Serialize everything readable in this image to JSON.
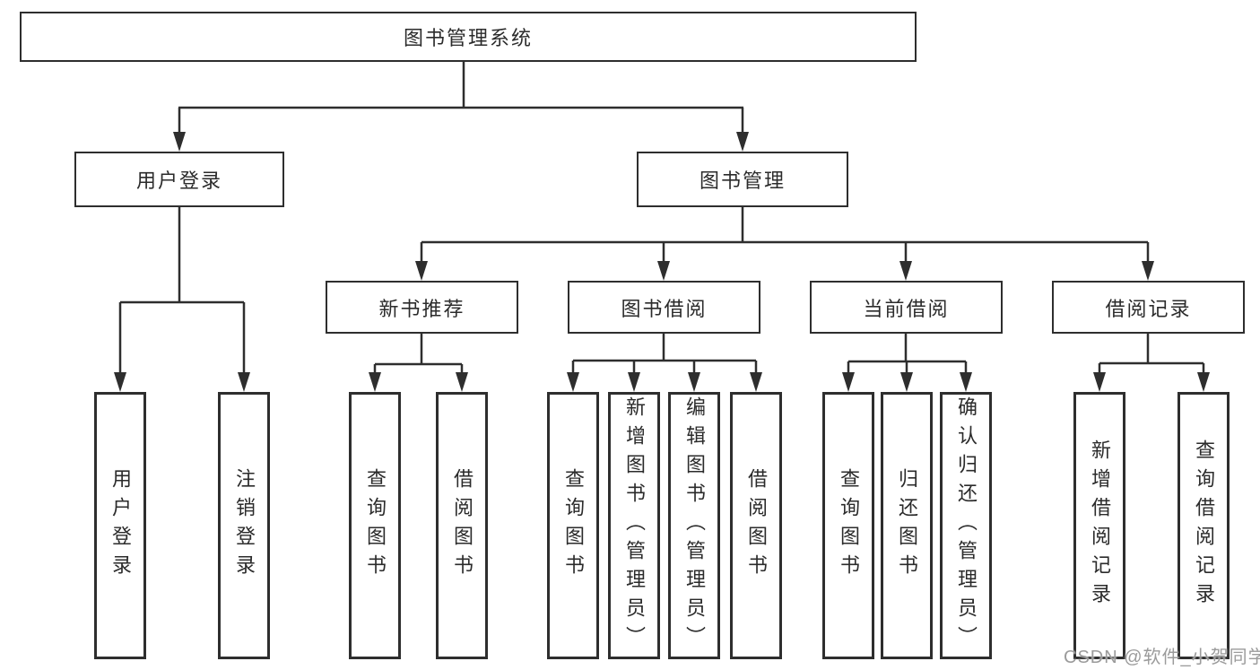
{
  "colors": {
    "background": "#ffffff",
    "line": "#2e2e2e",
    "box_border": "#2e2e2e",
    "text": "#2b2b2b",
    "watermark": "#9b9b9b"
  },
  "tree": {
    "root": {
      "label": "图书管理系统"
    },
    "user_login": {
      "label": "用户登录",
      "children": {
        "login": {
          "label": "用户登录"
        },
        "logout": {
          "label": "注销登录"
        }
      }
    },
    "book_mgmt": {
      "label": "图书管理",
      "new_book_rec": {
        "label": "新书推荐",
        "children": {
          "query_books": {
            "label": "查询图书"
          },
          "borrow_books": {
            "label": "借阅图书"
          }
        }
      },
      "book_borrow": {
        "label": "图书借阅",
        "children": {
          "query_books": {
            "label": "查询图书"
          },
          "add_books": {
            "label": "新增图书（管理员）"
          },
          "edit_books": {
            "label": "编辑图书（管理员）"
          },
          "borrow_books": {
            "label": "借阅图书"
          }
        }
      },
      "current_borrow": {
        "label": "当前借阅",
        "children": {
          "query_books": {
            "label": "查询图书"
          },
          "return_books": {
            "label": "归还图书"
          },
          "confirm_return": {
            "label": "确认归还（管理员）"
          }
        }
      },
      "borrow_record": {
        "label": "借阅记录",
        "children": {
          "add_record": {
            "label": "新增借阅记录"
          },
          "query_record": {
            "label": "查询借阅记录"
          }
        }
      }
    }
  },
  "watermark": {
    "text": "CSDN @软件_小贺同学"
  }
}
